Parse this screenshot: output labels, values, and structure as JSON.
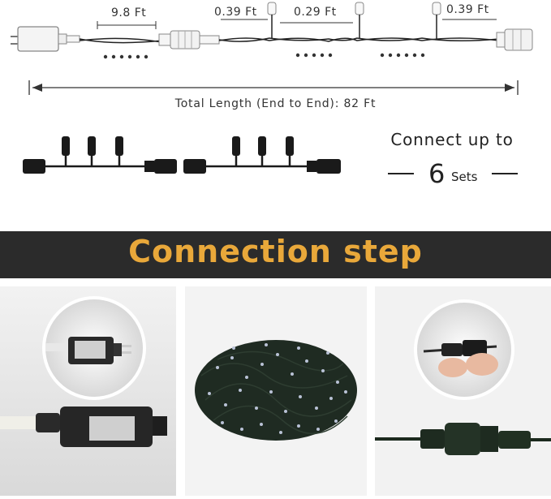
{
  "diagram": {
    "lengths": {
      "lead": "9.8 Ft",
      "spacing_left": "0.39 Ft",
      "spacing_middle": "0.29 Ft",
      "spacing_right": "0.39 Ft"
    },
    "total_length": "Total Length (End to End):  82 Ft",
    "connect": {
      "heading": "Connect up to",
      "count": "6",
      "unit": "Sets"
    }
  },
  "banner": {
    "title": "Connection step"
  },
  "steps": [
    {
      "name": "adapter"
    },
    {
      "name": "light-string"
    },
    {
      "name": "connector"
    }
  ],
  "colors": {
    "banner_bg": "#2b2b2b",
    "banner_text": "#e9a83a",
    "wire": "#1a1a1a",
    "panel_bg": "#ececec"
  }
}
